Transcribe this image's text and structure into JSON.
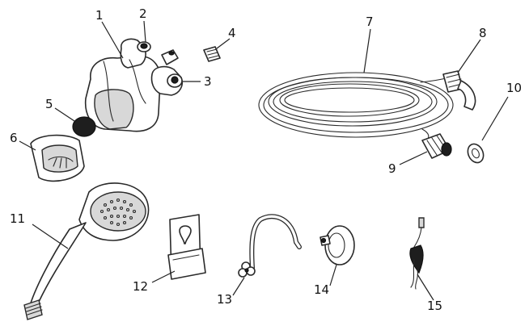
{
  "callouts": [
    {
      "id": "1",
      "label": "1"
    },
    {
      "id": "2",
      "label": "2"
    },
    {
      "id": "3",
      "label": "3"
    },
    {
      "id": "4",
      "label": "4"
    },
    {
      "id": "5",
      "label": "5"
    },
    {
      "id": "6",
      "label": "6"
    },
    {
      "id": "7",
      "label": "7"
    },
    {
      "id": "8",
      "label": "8"
    },
    {
      "id": "9",
      "label": "9"
    },
    {
      "id": "10",
      "label": "10"
    },
    {
      "id": "11",
      "label": "11"
    },
    {
      "id": "12",
      "label": "12"
    },
    {
      "id": "13",
      "label": "13"
    },
    {
      "id": "14",
      "label": "14"
    },
    {
      "id": "15",
      "label": "15"
    }
  ],
  "colors": {
    "line": "#2a2a2a",
    "background": "#ffffff",
    "fill_grey": "#d8d8d8",
    "fill_dark": "#1e1e1e"
  }
}
